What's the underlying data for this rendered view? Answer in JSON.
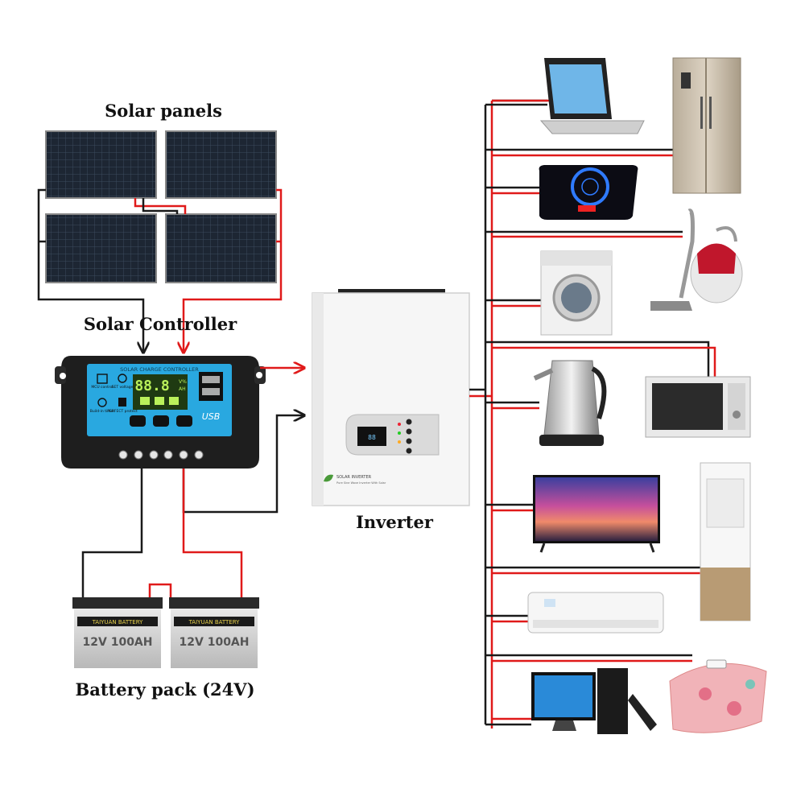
{
  "labels": {
    "solar_panels": "Solar panels",
    "solar_controller": "Solar Controller",
    "inverter": "Inverter",
    "battery_pack": "Battery pack (24V)"
  },
  "controller": {
    "title": "SOLAR CHARGE CONTROLLER",
    "display_value": "88.8",
    "units_top": "V%",
    "units_bottom": "AH",
    "usb_label": "USB",
    "button_mcu": "MCU control",
    "button_set": "SET voltage",
    "button_timer": "Build-in timer",
    "button_protect": "PERFECT protect"
  },
  "batteries": [
    {
      "brand": "TAIYUAN BATTERY",
      "rating": "12V 100AH"
    },
    {
      "brand": "TAIYUAN BATTERY",
      "rating": "12V 100AH"
    }
  ],
  "inverter": {
    "brand": "SOLAR INVERTER",
    "subtitle": "Pure Sine Wave Inverter With Solar"
  },
  "icons": {
    "appliances": [
      "laptop-icon",
      "refrigerator-icon",
      "induction-cooker-icon",
      "vacuum-cleaner-icon",
      "washing-machine-icon",
      "kettle-icon",
      "microwave-icon",
      "television-icon",
      "tower-air-conditioner-icon",
      "split-air-conditioner-icon",
      "desktop-computer-icon",
      "electric-blanket-icon"
    ]
  },
  "colors": {
    "positive_wire": "#e01a1a",
    "negative_wire": "#1a1a1a",
    "controller_screen": "#29a8e0",
    "lcd": "#1f3a12"
  }
}
